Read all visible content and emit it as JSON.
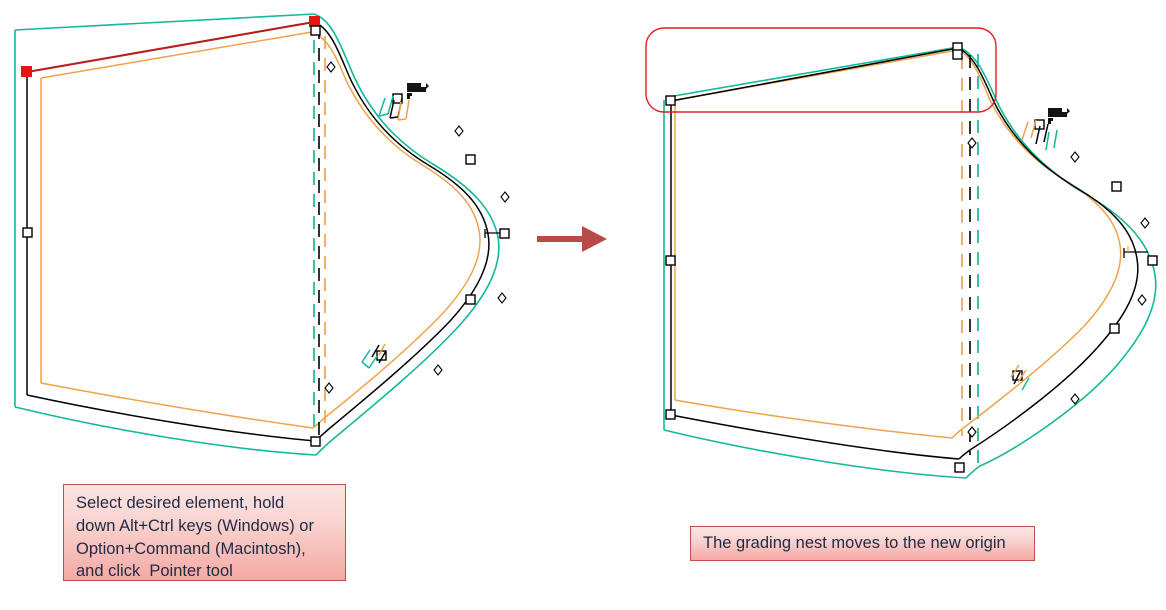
{
  "document": {
    "title": "Move grading nest origin",
    "background_color": "#FFFFFF"
  },
  "colors": {
    "base_size_line": "#000000",
    "nest_large": "#12B99A",
    "nest_small": "#F0A24B",
    "selected_element": "#B41E1E",
    "selection_handle": "#E81313",
    "callout_border": "#C0504D",
    "callout_fill_top": "#FBE4E2",
    "callout_fill_bottom": "#F5A9A3",
    "callout_text": "#1F2A44",
    "arrow": "#B84A48",
    "marquee": "#E02020",
    "point_fill": "#FFFFFF",
    "point_stroke": "#000000"
  },
  "panels": [
    {
      "id": "before",
      "name": "before-state",
      "description": "Pattern piece with grading nest spreading from the lower-right corner; top edge selected",
      "selected_edge": {
        "name": "top-edge",
        "color": "#B41E1E",
        "handles": 2,
        "handle_color": "#E81313"
      },
      "nest_lines": 3,
      "nest_colors": [
        "#12B99A",
        "#000000",
        "#F0A24B"
      ],
      "notch_count": 2,
      "cursor_icon": "pointer-tool-icon",
      "has_marquee": false
    },
    {
      "id": "after",
      "name": "after-state",
      "description": "Grading nest re-anchored: all sizes converge along the top edge, spreading downward",
      "selected_edge": null,
      "nest_lines": 3,
      "nest_colors": [
        "#12B99A",
        "#000000",
        "#F0A24B"
      ],
      "notch_count": 2,
      "cursor_icon": "pointer-tool-icon",
      "has_marquee": true,
      "marquee": {
        "name": "new-origin-highlight",
        "shape": "rounded-rectangle",
        "color": "#E02020"
      }
    }
  ],
  "callouts": {
    "left": {
      "name": "instruction-callout",
      "lines": [
        "Select desired element, hold",
        "down Alt+Ctrl keys (Windows) or",
        "Option+Command (Macintosh),",
        "and click  Pointer tool"
      ]
    },
    "right": {
      "name": "result-callout",
      "text": "The grading nest moves to the new origin"
    }
  },
  "arrow": {
    "name": "transition-arrow",
    "direction": "right",
    "color": "#B84A48"
  },
  "icons": {
    "pointer_tool": "pointer-tool-icon"
  }
}
